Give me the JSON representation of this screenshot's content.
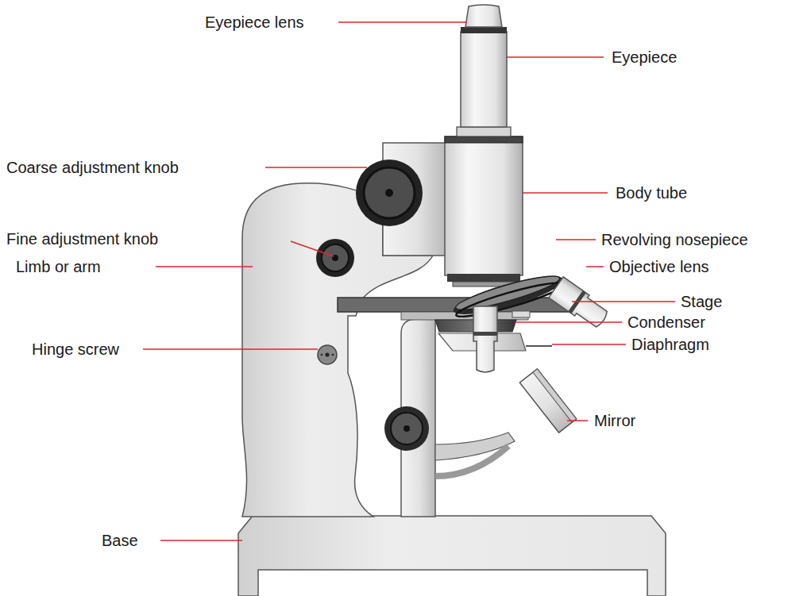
{
  "diagram": {
    "labels": [
      "Eyepiece lens",
      "Eyepiece",
      "Coarse adjustment knob",
      "Body tube",
      "Fine adjustment knob",
      "Revolving nosepiece",
      "Objective lens",
      "Limb or arm",
      "Stage",
      "Condenser",
      "Hinge screw",
      "Diaphragm",
      "Mirror",
      "Base"
    ]
  }
}
